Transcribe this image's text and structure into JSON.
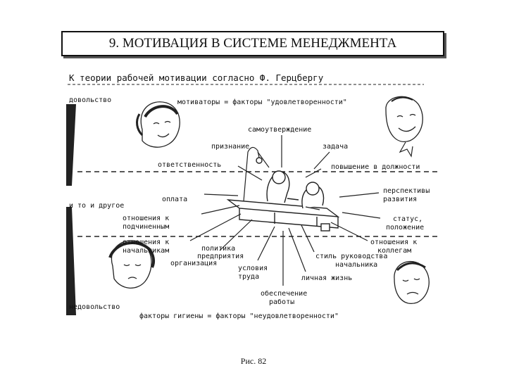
{
  "slide": {
    "title": "9. МОТИВАЦИЯ В СИСТЕМЕ МЕНЕДЖМЕНТА",
    "caption": "Рис. 82"
  },
  "diagram": {
    "heading": "К теории рабочей мотивации согласно Ф. Герцбергу",
    "top_axis_label": "довольство",
    "bottom_axis_label": "недовольство",
    "middle_label": "и то и другое",
    "motivators_label": "мотиваторы = факторы \"удовлетворенности\"",
    "hygiene_label": "факторы гигиены = факторы \"неудовлетворенности\"",
    "factors": {
      "self_affirmation": "самоутверждение",
      "recognition": "признание",
      "task": "задача",
      "responsibility": "ответственность",
      "promotion": "повышение в должности",
      "payment": "оплата",
      "prospects_1": "перспективы",
      "prospects_2": "развития",
      "subordinates_1": "отношения к",
      "subordinates_2": "подчиненным",
      "status_1": "статус,",
      "status_2": "положение",
      "superiors_1": "отношения к",
      "superiors_2": "начальникам",
      "colleagues_1": "отношения к",
      "colleagues_2": "коллегам",
      "policy_1": "политика",
      "policy_2": "предприятия",
      "policy_3": "организация",
      "mgmt_style_1": "стиль руководства",
      "mgmt_style_2": "начальника",
      "conditions_1": "условия",
      "conditions_2": "труда",
      "personal_life": "личная жизнь",
      "job_security_1": "обеспечение",
      "job_security_2": "работы"
    }
  }
}
